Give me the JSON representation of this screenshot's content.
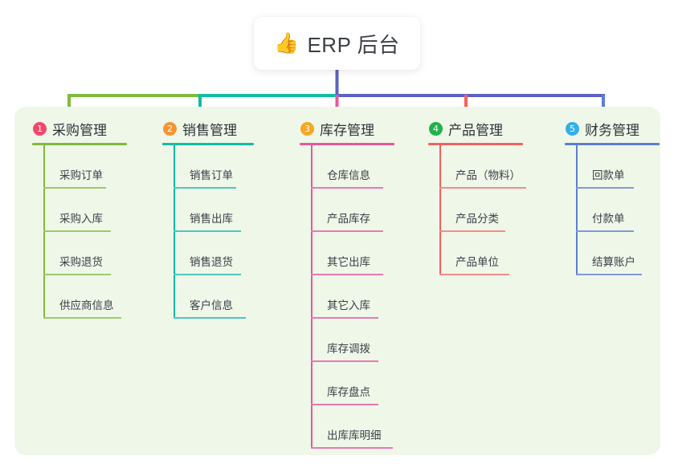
{
  "diagram": {
    "type": "mind-map",
    "background_color": "#ffffff",
    "panel_color": "#eff7e9",
    "root": {
      "icon": "thumbs-up-icon",
      "emoji": "👍",
      "title": "ERP 后台"
    },
    "connectors": [
      {
        "name": "trunk-vertical",
        "color": "#5b62c4"
      },
      {
        "name": "bus-segment-1",
        "color": "#7fba3c"
      },
      {
        "name": "bus-segment-2",
        "color": "#12bca4"
      },
      {
        "name": "bus-segment-3",
        "color": "#5b62c4"
      },
      {
        "name": "drop-1",
        "color": "#7fba3c"
      },
      {
        "name": "drop-2",
        "color": "#12bca4"
      },
      {
        "name": "drop-3",
        "color": "#e8579b"
      },
      {
        "name": "drop-4",
        "color": "#f4615e"
      },
      {
        "name": "drop-5",
        "color": "#5b62c4"
      }
    ],
    "columns": [
      {
        "index": "1",
        "title": "采购管理",
        "badge_color": "#f4486b",
        "accent_color": "#7fba3c",
        "rule_color": "#9ccb6a",
        "header_rule_width": 118,
        "items": [
          {
            "label": "采购订单",
            "rule_width": 78
          },
          {
            "label": "采购入库",
            "rule_width": 84
          },
          {
            "label": "采购退货",
            "rule_width": 84
          },
          {
            "label": "供应商信息",
            "rule_width": 97
          }
        ]
      },
      {
        "index": "2",
        "title": "销售管理",
        "badge_color": "#f79432",
        "accent_color": "#12bca4",
        "rule_color": "#4ec8bb",
        "header_rule_width": 114,
        "items": [
          {
            "label": "销售订单",
            "rule_width": 78
          },
          {
            "label": "销售出库",
            "rule_width": 84
          },
          {
            "label": "销售退货",
            "rule_width": 84
          },
          {
            "label": "客户信息",
            "rule_width": 90
          }
        ]
      },
      {
        "index": "3",
        "title": "库存管理",
        "badge_color": "#f5a623",
        "accent_color": "#e8579b",
        "rule_color": "#e87ab2",
        "header_rule_width": 118,
        "items": [
          {
            "label": "仓库信息",
            "rule_width": 90
          },
          {
            "label": "产品库存",
            "rule_width": 90
          },
          {
            "label": "其它出库",
            "rule_width": 90
          },
          {
            "label": "其它入库",
            "rule_width": 84
          },
          {
            "label": "库存调拨",
            "rule_width": 84
          },
          {
            "label": "库存盘点",
            "rule_width": 84
          },
          {
            "label": "出库库明细",
            "rule_width": 102
          }
        ]
      },
      {
        "index": "4",
        "title": "产品管理",
        "badge_color": "#21b24b",
        "accent_color": "#f4615e",
        "rule_color": "#f48d8a",
        "header_rule_width": 118,
        "items": [
          {
            "label": "产品（物料）",
            "rule_width": 108
          },
          {
            "label": "产品分类",
            "rule_width": 82
          },
          {
            "label": "产品单位",
            "rule_width": 87
          }
        ]
      },
      {
        "index": "5",
        "title": "财务管理",
        "badge_color": "#31b0ea",
        "accent_color": "#5b7fd4",
        "rule_color": "#8099da",
        "header_rule_width": 118,
        "items": [
          {
            "label": "回款单",
            "rule_width": 72
          },
          {
            "label": "付款单",
            "rule_width": 72
          },
          {
            "label": "结算账户",
            "rule_width": 82
          }
        ]
      }
    ]
  }
}
